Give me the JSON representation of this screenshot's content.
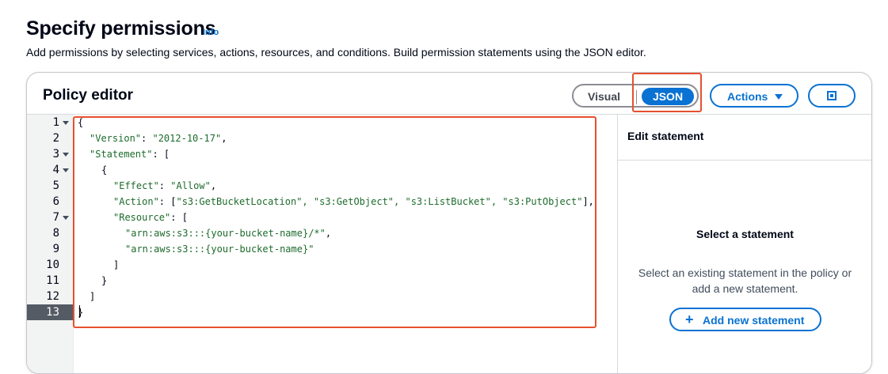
{
  "header": {
    "title": "Specify permissions",
    "info": "Info",
    "description": "Add permissions by selecting services, actions, resources, and conditions. Build permission statements using the JSON editor."
  },
  "policy_editor": {
    "title": "Policy editor",
    "mode_visual": "Visual",
    "mode_json": "JSON",
    "selected_mode": "JSON",
    "actions_label": "Actions",
    "active_line": 13
  },
  "code": {
    "lines": [
      {
        "n": "1",
        "fold": true,
        "indent": 0,
        "text": "{"
      },
      {
        "n": "2",
        "fold": false,
        "indent": 1,
        "key": "\"Version\"",
        "rest": ": ",
        "value": "\"2012-10-17\"",
        "tail": ","
      },
      {
        "n": "3",
        "fold": true,
        "indent": 1,
        "key": "\"Statement\"",
        "rest": ": [",
        "value": "",
        "tail": ""
      },
      {
        "n": "4",
        "fold": true,
        "indent": 2,
        "text": "{"
      },
      {
        "n": "5",
        "fold": false,
        "indent": 3,
        "key": "\"Effect\"",
        "rest": ": ",
        "value": "\"Allow\"",
        "tail": ","
      },
      {
        "n": "6",
        "fold": false,
        "indent": 3,
        "key": "\"Action\"",
        "rest": ": [",
        "value": "\"s3:GetBucketLocation\", \"s3:GetObject\", \"s3:ListBucket\", \"s3:PutObject\"",
        "tail": "],"
      },
      {
        "n": "7",
        "fold": true,
        "indent": 3,
        "key": "\"Resource\"",
        "rest": ": [",
        "value": "",
        "tail": ""
      },
      {
        "n": "8",
        "fold": false,
        "indent": 4,
        "key": "",
        "rest": "",
        "value": "\"arn:aws:s3:::{your-bucket-name}/*\"",
        "tail": ","
      },
      {
        "n": "9",
        "fold": false,
        "indent": 4,
        "key": "",
        "rest": "",
        "value": "\"arn:aws:s3:::{your-bucket-name}\"",
        "tail": ""
      },
      {
        "n": "10",
        "fold": false,
        "indent": 3,
        "text": "]"
      },
      {
        "n": "11",
        "fold": false,
        "indent": 2,
        "text": "}"
      },
      {
        "n": "12",
        "fold": false,
        "indent": 1,
        "text": "]"
      },
      {
        "n": "13",
        "fold": false,
        "indent": 0,
        "text": "}"
      }
    ]
  },
  "side_panel": {
    "title": "Edit statement",
    "select_title": "Select a statement",
    "select_desc_1": "Select an existing statement in the policy or",
    "select_desc_2": "add a new statement.",
    "add_button": "Add new statement"
  },
  "colors": {
    "accent": "#0972d3",
    "highlight": "#e5512f",
    "string": "#1d6b2c"
  }
}
